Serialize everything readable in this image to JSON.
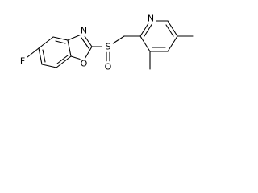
{
  "structure": {
    "atoms": {
      "fluorine": "F",
      "nitrogen_oxazole": "N",
      "oxygen_oxazole": "O",
      "sulfur": "S",
      "oxygen_sulfinyl": "O",
      "nitrogen_pyridine": "N"
    },
    "colors": {
      "bond": "#000000",
      "background": "#ffffff",
      "text": "#000000"
    }
  }
}
